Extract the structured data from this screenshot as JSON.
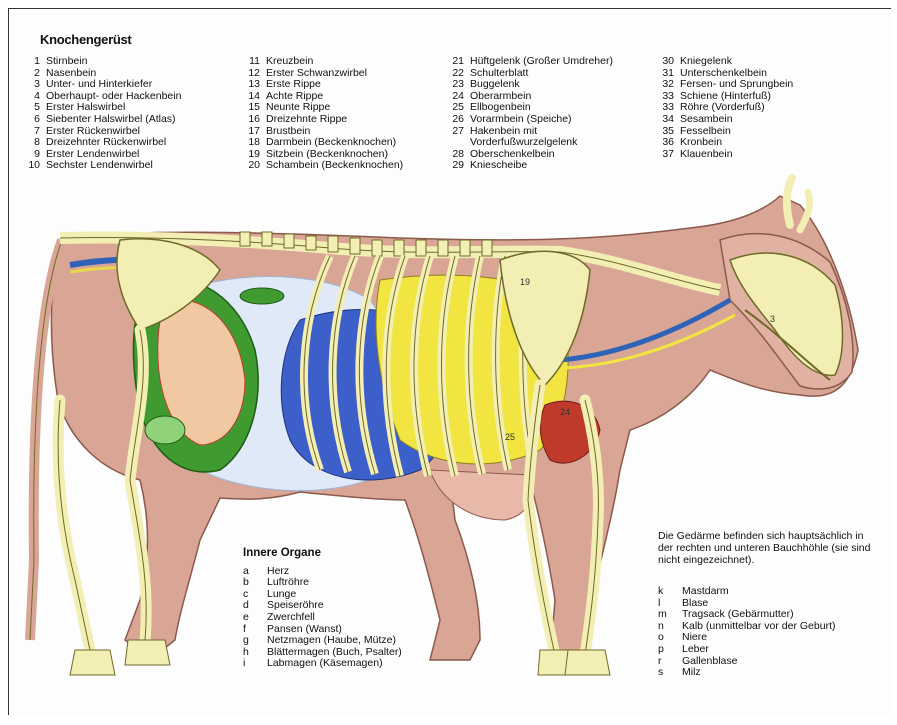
{
  "title": "Knochengerüst",
  "bones_col1": [
    {
      "n": "1",
      "t": "Stirnbein"
    },
    {
      "n": "2",
      "t": "Nasenbein"
    },
    {
      "n": "3",
      "t": "Unter- und Hinterkiefer"
    },
    {
      "n": "4",
      "t": "Oberhaupt- oder Hackenbein"
    },
    {
      "n": "5",
      "t": "Erster Halswirbel"
    },
    {
      "n": "6",
      "t": "Siebenter Halswirbel (Atlas)"
    },
    {
      "n": "7",
      "t": "Erster Rückenwirbel"
    },
    {
      "n": "8",
      "t": "Dreizehnter Rückenwirbel"
    },
    {
      "n": "9",
      "t": "Erster Lendenwirbel"
    },
    {
      "n": "10",
      "t": "Sechster Lendenwirbel"
    }
  ],
  "bones_col2": [
    {
      "n": "11",
      "t": "Kreuzbein"
    },
    {
      "n": "12",
      "t": "Erster Schwanzwirbel"
    },
    {
      "n": "13",
      "t": "Erste Rippe"
    },
    {
      "n": "14",
      "t": "Achte Rippe"
    },
    {
      "n": "15",
      "t": "Neunte Rippe"
    },
    {
      "n": "16",
      "t": "Dreizehnte Rippe"
    },
    {
      "n": "17",
      "t": "Brustbein"
    },
    {
      "n": "18",
      "t": "Darmbein (Beckenknochen)"
    },
    {
      "n": "19",
      "t": "Sitzbein (Beckenknochen)"
    },
    {
      "n": "20",
      "t": "Schambein (Beckenknochen)"
    }
  ],
  "bones_col3": [
    {
      "n": "21",
      "t": "Hüftgelenk (Großer Umdreher)"
    },
    {
      "n": "22",
      "t": "Schulterblatt"
    },
    {
      "n": "23",
      "t": "Buggelenk"
    },
    {
      "n": "24",
      "t": "Oberarmbein"
    },
    {
      "n": "25",
      "t": "Ellbogenbein"
    },
    {
      "n": "26",
      "t": "Vorarmbein (Speiche)"
    },
    {
      "n": "27",
      "t": "Hakenbein mit"
    },
    {
      "n": "",
      "t": "Vorderfußwurzelgelenk"
    },
    {
      "n": "28",
      "t": "Oberschenkelbein"
    },
    {
      "n": "29",
      "t": "Kniescheibe"
    }
  ],
  "bones_col4": [
    {
      "n": "30",
      "t": "Kniegelenk"
    },
    {
      "n": "31",
      "t": "Unterschenkelbein"
    },
    {
      "n": "32",
      "t": "Fersen- und Sprungbein"
    },
    {
      "n": "33",
      "t": "Schiene (Hinterfuß)"
    },
    {
      "n": "33",
      "t": "Röhre (Vorderfuß)"
    },
    {
      "n": "34",
      "t": "Sesambein"
    },
    {
      "n": "35",
      "t": "Fesselbein"
    },
    {
      "n": "36",
      "t": "Kronbein"
    },
    {
      "n": "37",
      "t": "Klauenbein"
    }
  ],
  "organs_heading": "Innere Organe",
  "organs_a": [
    {
      "n": "a",
      "t": "Herz"
    },
    {
      "n": "b",
      "t": "Luftröhre"
    },
    {
      "n": "c",
      "t": "Lunge"
    },
    {
      "n": "d",
      "t": "Speiseröhre"
    },
    {
      "n": "e",
      "t": "Zwerchfell"
    },
    {
      "n": "f",
      "t": "Pansen (Wanst)"
    },
    {
      "n": "g",
      "t": "Netzmagen (Haube, Mütze)"
    },
    {
      "n": "h",
      "t": "Blättermagen (Buch, Psalter)"
    },
    {
      "n": "i",
      "t": "Labmagen (Käsemagen)"
    }
  ],
  "note": "Die Gedärme befinden sich hauptsächlich in der rechten und unteren Bauchhöhle (sie sind nicht eingezeichnet).",
  "organs_b": [
    {
      "n": "k",
      "t": "Mastdarm"
    },
    {
      "n": "l",
      "t": "Blase"
    },
    {
      "n": "m",
      "t": "Tragsack (Gebärmutter)"
    },
    {
      "n": "n",
      "t": "Kalb (unmittelbar vor der Geburt)"
    },
    {
      "n": "o",
      "t": "Niere"
    },
    {
      "n": "p",
      "t": "Leber"
    },
    {
      "n": "r",
      "t": "Gallenblase"
    },
    {
      "n": "s",
      "t": "Milz"
    }
  ],
  "figure_labels": {
    "l1": "19",
    "l2": "3",
    "l3": "24",
    "l4": "25"
  },
  "colors": {
    "body": "#d9a595",
    "bone": "#f3eeb4",
    "bone_stroke": "#6f6a2a",
    "lung": "#f2e542",
    "stomach_blue": "#3c5fc9",
    "rumen_light": "#dfe9f8",
    "womb_green": "#3f9b2f",
    "calf": "#f0c9a2",
    "red": "#c03a2b",
    "spine_blue": "#2e63b8"
  }
}
